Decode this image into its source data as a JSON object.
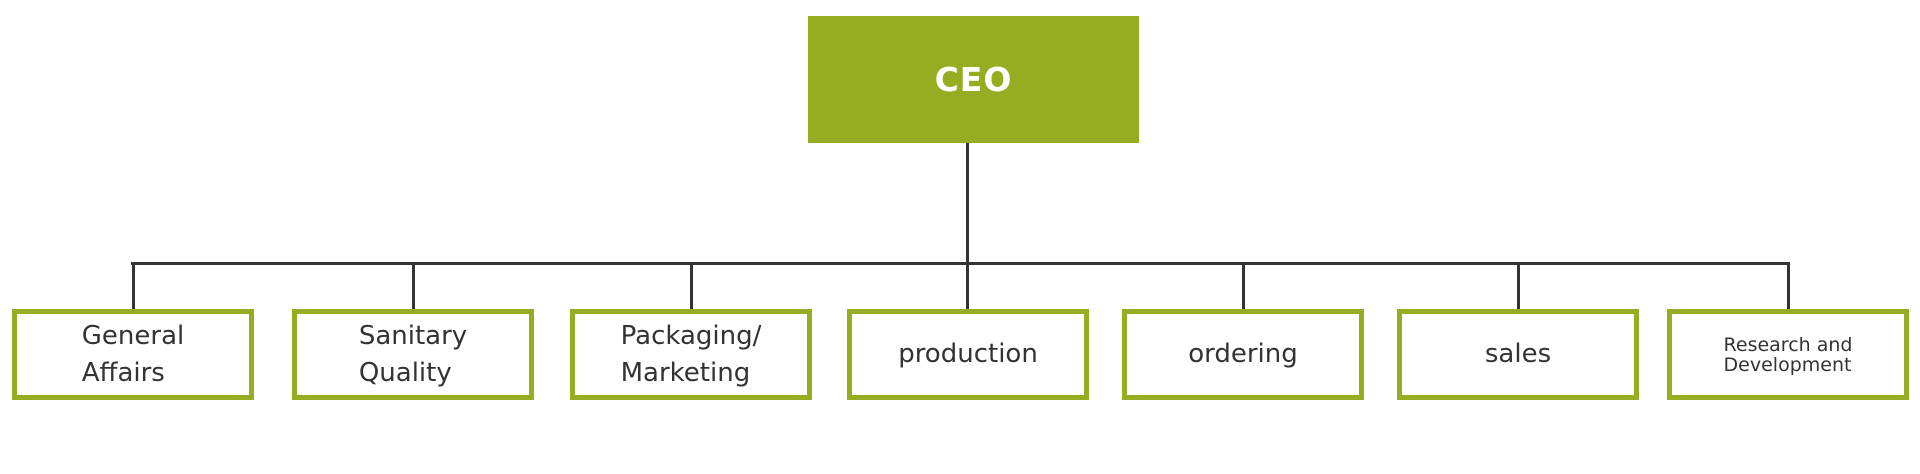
{
  "chart": {
    "type": "org-chart",
    "root": {
      "label": "CEO"
    },
    "children": [
      {
        "id": "general-affairs",
        "label": "General\nAffairs"
      },
      {
        "id": "sanitary-quality",
        "label": "Sanitary\nQuality"
      },
      {
        "id": "packaging-marketing",
        "label": "Packaging/\nMarketing"
      },
      {
        "id": "production",
        "label": "production"
      },
      {
        "id": "ordering",
        "label": "ordering"
      },
      {
        "id": "sales",
        "label": "sales"
      },
      {
        "id": "research-development",
        "label": "Research and\nDevelopment"
      }
    ],
    "colors": {
      "accent_green": "#96ad21",
      "connector": "#333333",
      "text": "#333333",
      "root_text": "#ffffff",
      "bg": "#ffffff"
    }
  }
}
